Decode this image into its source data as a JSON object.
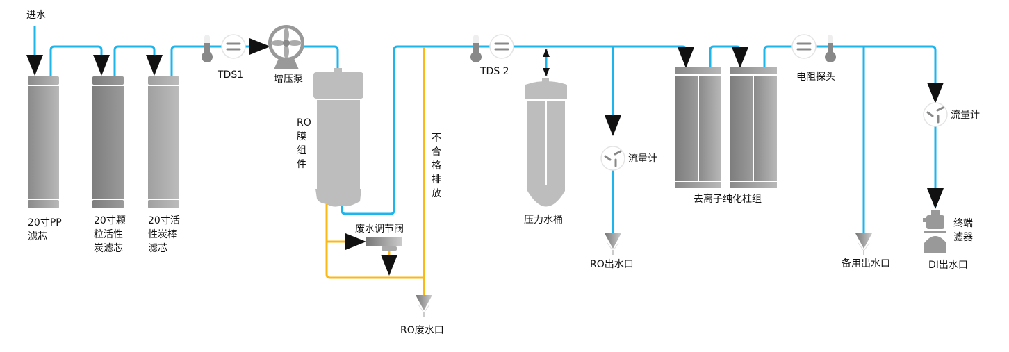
{
  "colors": {
    "water_pipe": "#1eb4ec",
    "waste_pipe": "#fbb917",
    "equipment": "#a8a8a8"
  },
  "labels": {
    "inlet": "进水",
    "pp_filter": [
      "20寸PP",
      "滤芯"
    ],
    "gac_filter": [
      "20寸颗",
      "粒活性",
      "炭滤芯"
    ],
    "cto_filter": [
      "20寸活",
      "性炭棒",
      "滤芯"
    ],
    "tds1": "TDS1",
    "pump": "增压泵",
    "ro_module": [
      "RO",
      "膜",
      "组",
      "件"
    ],
    "reject_discharge": [
      "不",
      "合",
      "格",
      "排",
      "放"
    ],
    "waste_valve": "废水调节阀",
    "ro_waste_outlet": "RO废水口",
    "tds2": "TDS 2",
    "pressure_tank": "压力水桶",
    "flowmeter1": "流量计",
    "ro_outlet": "RO出水口",
    "di_columns": "去离子纯化柱组",
    "resistivity_probe": "电阻探头",
    "spare_outlet": "备用出水口",
    "flowmeter2": "流量计",
    "final_filter": [
      "终端",
      "滤器"
    ],
    "di_outlet": "DI出水口"
  },
  "icons": [
    "thermometer-icon",
    "flow-sensor-icon",
    "pump-fan-icon",
    "flowmeter-icon",
    "funnel-outlet-icon"
  ]
}
